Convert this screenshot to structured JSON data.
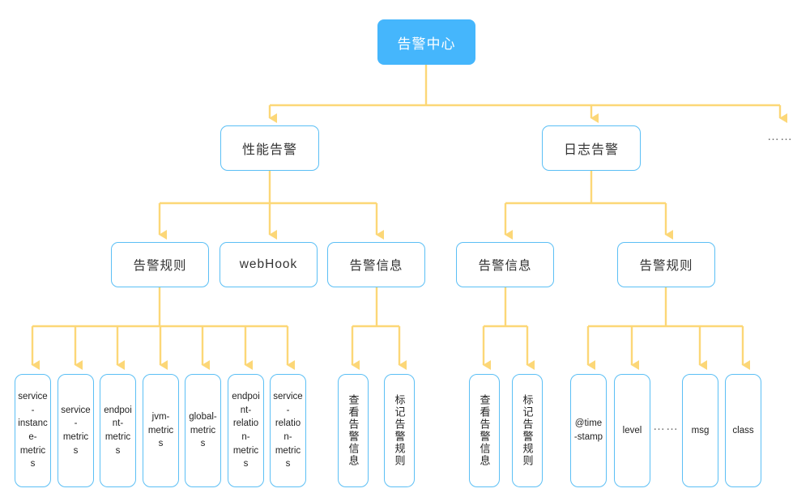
{
  "diagram": {
    "title": "告警中心",
    "type": "org-tree",
    "colors": {
      "root_fill": "#45b6fc",
      "node_border": "#5bbff5",
      "connector": "#fcd777",
      "text": "#333333",
      "background": "#ffffff"
    }
  },
  "root": {
    "label": "告警中心"
  },
  "level2": [
    {
      "label": "性能告警"
    },
    {
      "label": "日志告警"
    },
    {
      "label": "……"
    }
  ],
  "level3": [
    {
      "label": "告警规则"
    },
    {
      "label": "webHook"
    },
    {
      "label": "告警信息"
    },
    {
      "label": "告警信息"
    },
    {
      "label": "告警规则"
    }
  ],
  "leaves": {
    "performance_rules": [
      {
        "label": "service-instance-metrics"
      },
      {
        "label": "service-metrics"
      },
      {
        "label": "endpoint-metrics"
      },
      {
        "label": "jvm-metrics"
      },
      {
        "label": "global-metrics"
      },
      {
        "label": "endpoint-relation-metrics"
      },
      {
        "label": "service-relation-metrics"
      }
    ],
    "performance_info": [
      {
        "label": "查看告警信息"
      },
      {
        "label": "标记告警规则"
      }
    ],
    "log_info": [
      {
        "label": "查看告警信息"
      },
      {
        "label": "标记告警规则"
      }
    ],
    "log_rules": [
      {
        "label": "@time-stamp"
      },
      {
        "label": "level"
      },
      {
        "label": "msg"
      },
      {
        "label": "class"
      }
    ]
  },
  "annotations": {
    "log_rules_ellipsis": "……",
    "level2_ellipsis": "……"
  }
}
